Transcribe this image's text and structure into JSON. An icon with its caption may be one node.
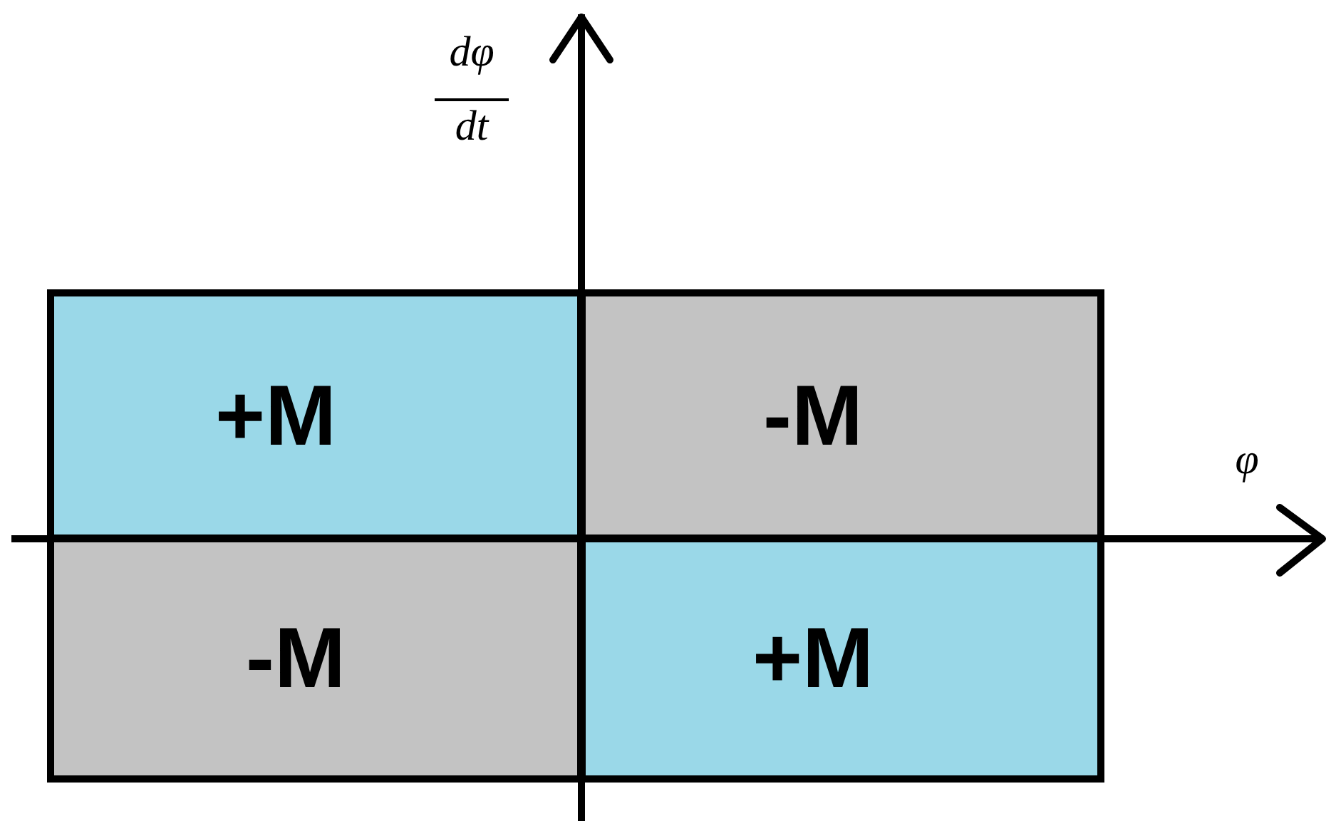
{
  "diagram": {
    "nodes": [
      {
        "text": [
          "+M"
        ]
      },
      {
        "text": [
          "-M"
        ]
      },
      {
        "text": [
          "-M"
        ]
      },
      {
        "text": [
          "+M"
        ]
      }
    ],
    "labels": [
      "dφ",
      "dt",
      "φ"
    ]
  }
}
